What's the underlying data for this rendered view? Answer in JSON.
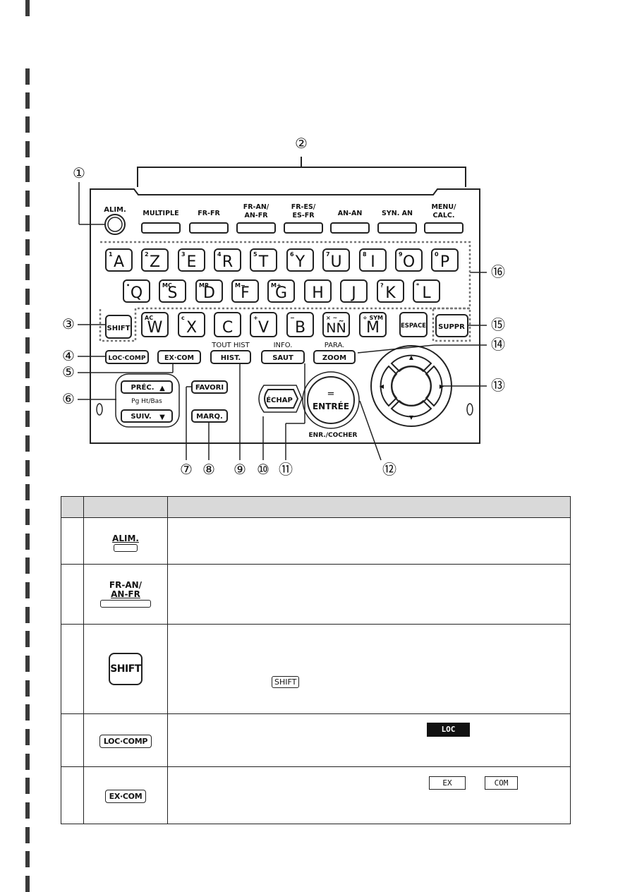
{
  "diagram": {
    "callouts": [
      "①",
      "②",
      "③",
      "④",
      "⑤",
      "⑥",
      "⑦",
      "⑧",
      "⑨",
      "⑩",
      "⑪",
      "⑫",
      "⑬",
      "⑭",
      "⑮",
      "⑯"
    ],
    "alim_label": "ALIM.",
    "function_keys": [
      {
        "top": "MULTIPLE",
        "bottom": ""
      },
      {
        "top": "FR-FR",
        "bottom": ""
      },
      {
        "top": "FR-AN/",
        "bottom": "AN-FR"
      },
      {
        "top": "FR-ES/",
        "bottom": "ES-FR"
      },
      {
        "top": "AN-AN",
        "bottom": ""
      },
      {
        "top": "SYN. AN",
        "bottom": ""
      },
      {
        "top": "MENU/",
        "bottom": "CALC."
      }
    ],
    "row1": [
      {
        "main": "A",
        "sub": "1"
      },
      {
        "main": "Z",
        "sub": "2"
      },
      {
        "main": "E",
        "sub": "3"
      },
      {
        "main": "R",
        "sub": "4"
      },
      {
        "main": "T",
        "sub": "5"
      },
      {
        "main": "Y",
        "sub": "6"
      },
      {
        "main": "U",
        "sub": "7"
      },
      {
        "main": "I",
        "sub": "8"
      },
      {
        "main": "O",
        "sub": "9"
      },
      {
        "main": "P",
        "sub": "0"
      }
    ],
    "row2": [
      {
        "main": "Q",
        "sub": "•"
      },
      {
        "main": "S",
        "sub": "MC"
      },
      {
        "main": "D",
        "sub": "MR"
      },
      {
        "main": "F",
        "sub": "M−"
      },
      {
        "main": "G",
        "sub": "M+"
      },
      {
        "main": "H",
        "sub": ""
      },
      {
        "main": "J",
        "sub": ""
      },
      {
        "main": "K",
        "sub": "?"
      },
      {
        "main": "L",
        "sub": "*"
      }
    ],
    "row3": [
      {
        "main": "W",
        "sub": "AC"
      },
      {
        "main": "X",
        "sub": "c"
      },
      {
        "main": "C",
        "sub": ""
      },
      {
        "main": "V",
        "sub": "+"
      },
      {
        "main": "B",
        "sub": "−"
      },
      {
        "main": "NÑ",
        "sub": "×  ~"
      },
      {
        "main": "M",
        "sub": "÷ SYM"
      }
    ],
    "shift": "SHIFT",
    "espace": "ESPACE",
    "suppr": "SUPPR",
    "loc_comp": "LOC·COMP",
    "ex_com": "EX·COM",
    "hist_top": "TOUT HIST",
    "hist": "HIST.",
    "info": "INFO.",
    "saut": "SAUT",
    "para": "PARA.",
    "zoom": "ZOOM",
    "prec": "PRÉC.",
    "pg": "Pg Ht/Bas",
    "suiv": "SUIV.",
    "favori": "FAVORI",
    "marq": "MARQ.",
    "echap": "ÉCHAP",
    "equals": "=",
    "entree": "ENTRÉE",
    "enr": "ENR./COCHER"
  },
  "table": {
    "rows": [
      {
        "key": "ALIM."
      },
      {
        "key_top": "FR-AN/",
        "key_bottom": "AN-FR"
      },
      {
        "key": "SHIFT",
        "inline": "SHIFT"
      },
      {
        "key": "LOC·COMP",
        "indicator": "LOC"
      },
      {
        "key": "EX·COM",
        "indicator1": "EX",
        "indicator2": "COM"
      }
    ]
  }
}
